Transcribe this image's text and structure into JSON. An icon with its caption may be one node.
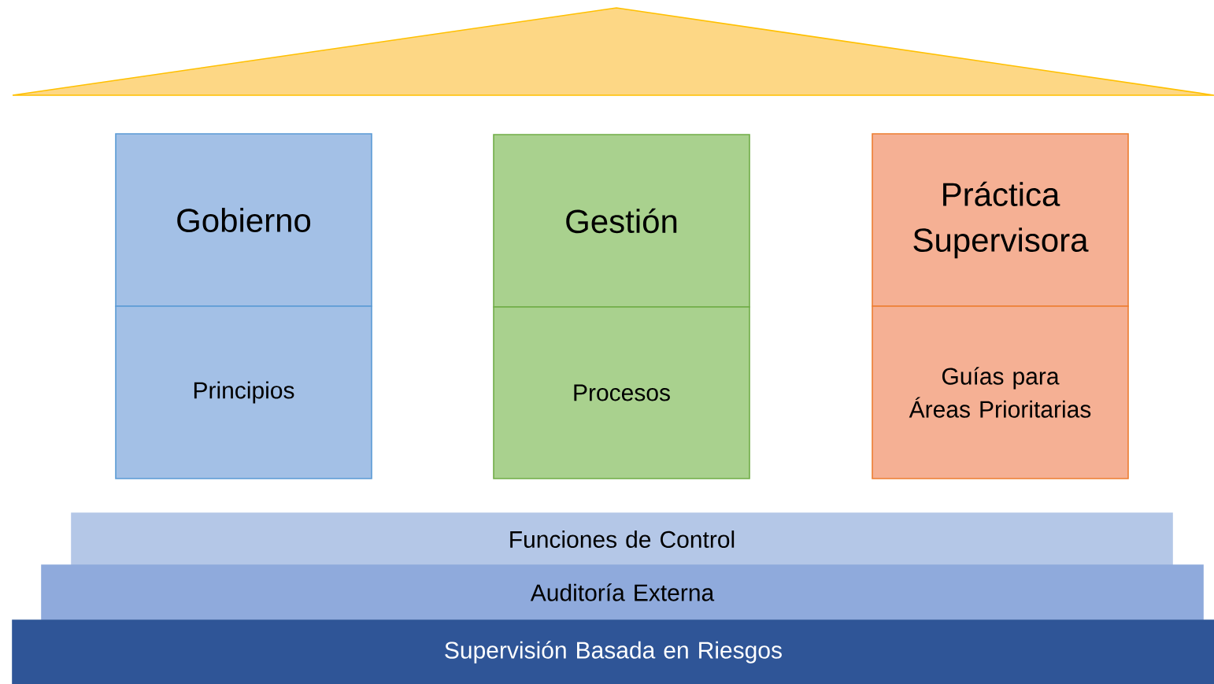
{
  "diagram": {
    "nodes": [
      {
        "text": [],
        "shape": "triangle"
      },
      {
        "text": [
          "Gobierno"
        ]
      },
      {
        "text": [
          "Principios"
        ]
      },
      {
        "text": [
          "Gestión"
        ]
      },
      {
        "text": [
          "Procesos"
        ]
      },
      {
        "text": [
          "Práctica Supervisora"
        ]
      },
      {
        "text": [
          "Guías para Áreas Prioritarias"
        ]
      },
      {
        "text": [
          "Funciones de Control"
        ]
      },
      {
        "text": [
          "Auditoría Externa"
        ]
      },
      {
        "text": [
          "Supervisión Basada en Riesgos"
        ]
      }
    ]
  }
}
